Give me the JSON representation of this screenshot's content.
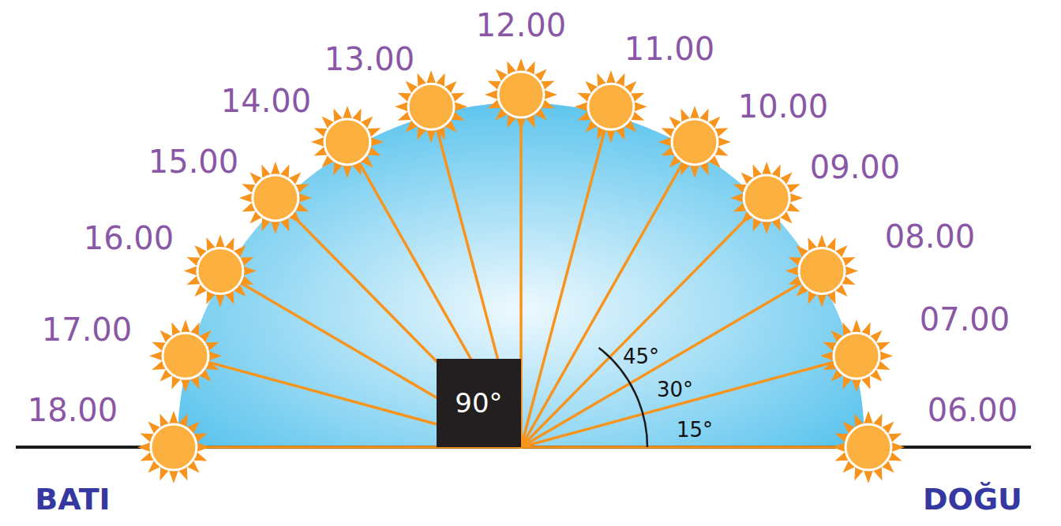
{
  "diagram": {
    "nodes": [
      {
        "text": [
          "90°"
        ]
      }
    ],
    "labels": [
      "12.00",
      "11.00",
      "13.00",
      "10.00",
      "14.00",
      "09.00",
      "15.00",
      "08.00",
      "16.00",
      "07.00",
      "17.00",
      "06.00",
      "18.00",
      "45°",
      "30°",
      "15°",
      "BATI",
      "DOĞU"
    ]
  }
}
